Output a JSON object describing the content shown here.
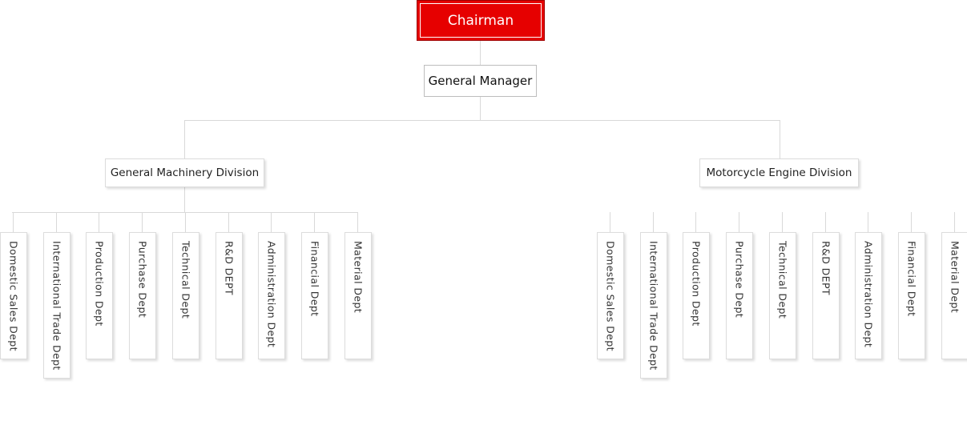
{
  "chairman": "Chairman",
  "general_manager": "General Manager",
  "divisions": [
    {
      "name": "General Machinery Division",
      "departments": [
        "Domestic Sales Dept",
        "International Trade Dept",
        "Production Dept",
        "Purchase Dept",
        "Technical Dept",
        "R&D DEPT",
        "Administration Dept",
        "Financial Dept",
        "Material Dept"
      ]
    },
    {
      "name": "Motorcycle Engine Division",
      "departments": [
        "Domestic Sales Dept",
        "International Trade Dept",
        "Production Dept",
        "Purchase Dept",
        "Technical Dept",
        "R&D DEPT",
        "Administration Dept",
        "Financial Dept",
        "Material Dept"
      ]
    }
  ],
  "colors": {
    "chairman_fill": "#e60000",
    "connector": "#d9d9d9"
  }
}
